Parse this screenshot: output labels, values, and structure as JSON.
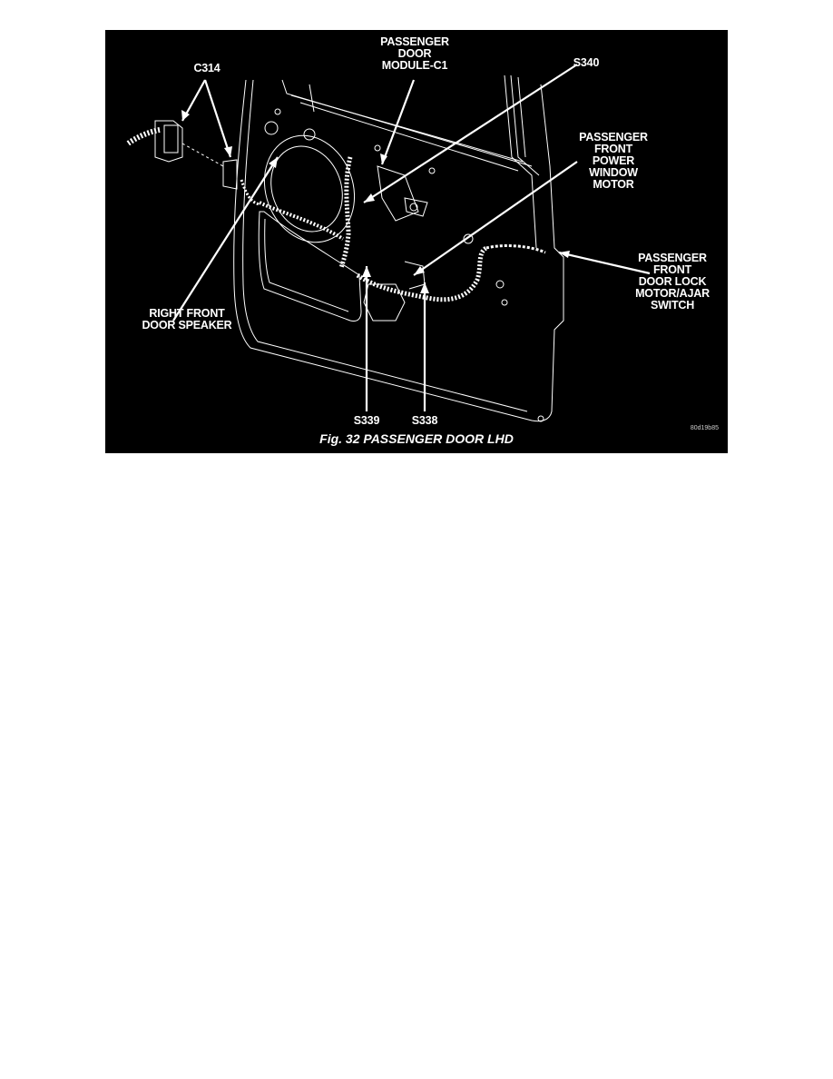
{
  "figure": {
    "caption": "Fig. 32 PASSENGER DOOR LHD",
    "image_code": "80d19b85",
    "colors": {
      "background": "#000000",
      "linework": "#ffffff",
      "page": "#ffffff"
    },
    "callouts": [
      {
        "id": "c314",
        "text": "C314"
      },
      {
        "id": "door_module",
        "text": "PASSENGER\nDOOR\nMODULE-C1"
      },
      {
        "id": "s340",
        "text": "S340"
      },
      {
        "id": "window_motor",
        "text": "PASSENGER\nFRONT\nPOWER\nWINDOW\nMOTOR"
      },
      {
        "id": "door_lock",
        "text": "PASSENGER\nFRONT\nDOOR LOCK\nMOTOR/AJAR\nSWITCH"
      },
      {
        "id": "speaker",
        "text": "RIGHT FRONT\nDOOR SPEAKER"
      },
      {
        "id": "s339",
        "text": "S339"
      },
      {
        "id": "s338",
        "text": "S338"
      }
    ]
  }
}
